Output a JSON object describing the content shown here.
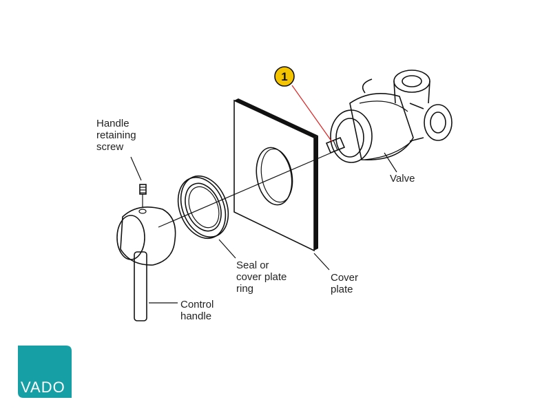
{
  "callout": {
    "number": "1"
  },
  "labels": {
    "retaining_screw": [
      "Handle",
      "retaining",
      "screw"
    ],
    "seal": [
      "Seal or",
      "cover plate",
      "ring"
    ],
    "cover_plate": [
      "Cover",
      "plate"
    ],
    "valve": "Valve",
    "control_handle": [
      "Control",
      "handle"
    ]
  },
  "brand": {
    "name": "VADO",
    "color": "#16a0a6"
  },
  "colors": {
    "callout_fill": "#f5c400",
    "callout_line": "#e02020"
  }
}
